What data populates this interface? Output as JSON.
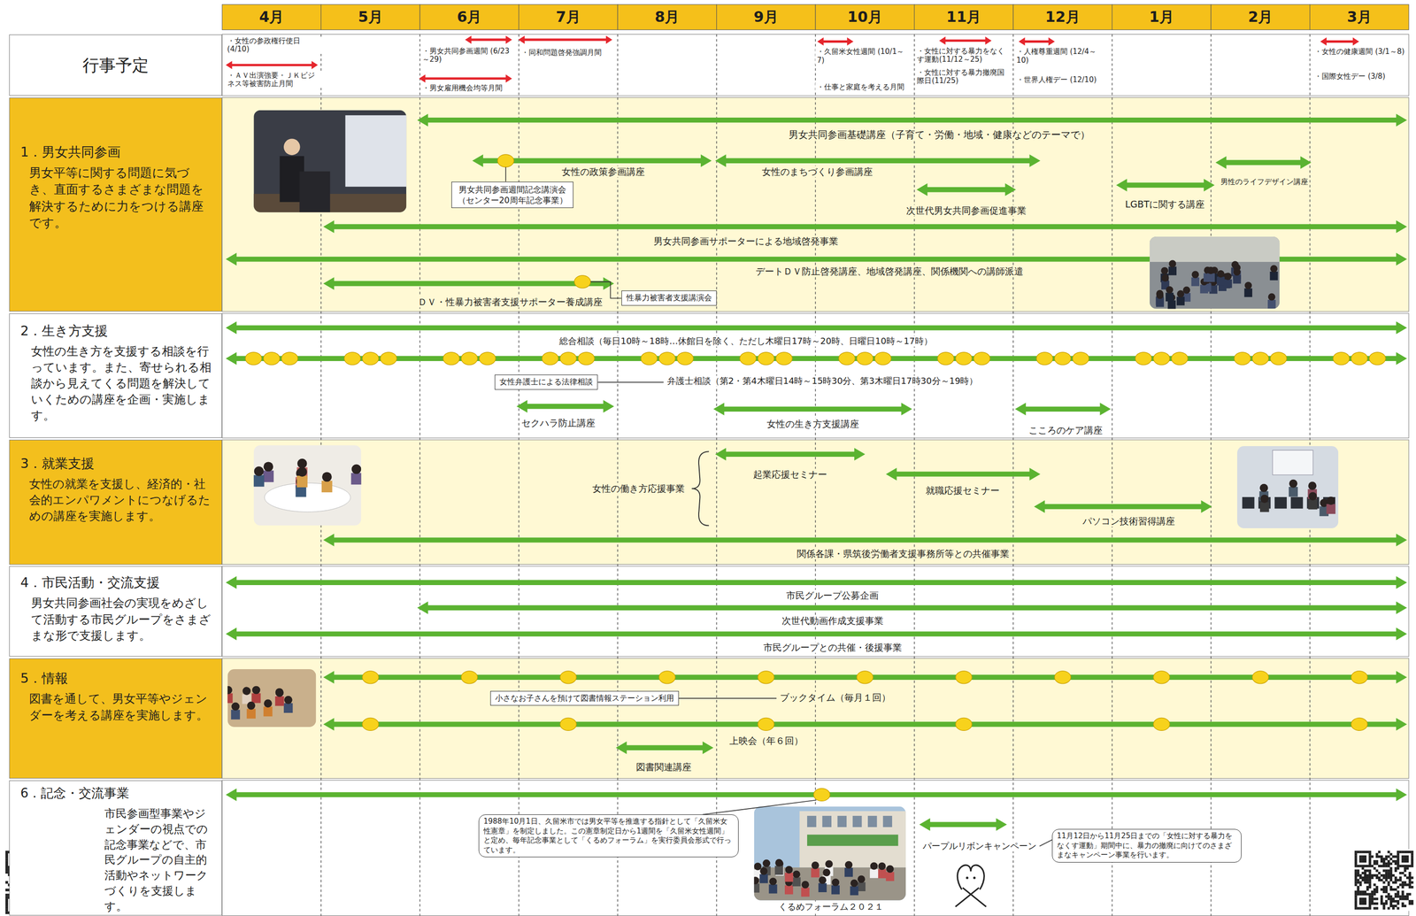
{
  "diagram": {
    "nodes": [
      {
        "text": [
          "行事予定"
        ]
      },
      {
        "text": [
          "1．男女共同参画",
          "男女平等に関する問題に気づき、直面するさまざまな問題を解決するために力をつける講座です。"
        ]
      },
      {
        "text": [
          "2．生き方支援",
          "女性の生き方を支援する相談を行っています。また、寄せられる相談から見えてくる問題を解決していくための講座を企画・実施します。"
        ]
      },
      {
        "text": [
          "3．就業支援",
          "女性の就業を支援し、経済的・社会的エンパワメントにつなげるための講座を実施します。"
        ]
      },
      {
        "text": [
          "4．市民活動・交流支援",
          "男女共同参画社会の実現をめざして活動する市民グループをさまざまな形で支援します。"
        ]
      },
      {
        "text": [
          "5．情報",
          "図書を通して、男女平等やジェンダーを考える講座を実施します。"
        ]
      },
      {
        "text": [
          "6．記念・交流事業",
          "市民参画型事業やジェンダーの視点での記念事業などで、市民グループの自主的活動やネットワークづくりを支援します。"
        ]
      },
      {
        "text": [
          "男女共同参画週間記念講演会 （センター20周年記念事業）"
        ]
      },
      {
        "text": [
          "性暴力被害者支援講演会"
        ]
      },
      {
        "text": [
          "女性弁護士による法律相談"
        ]
      },
      {
        "text": [
          "小さなお子さんを預けて図書情報ステーション利用"
        ]
      },
      {
        "text": [
          "1988年10月1日、久留米市では男女平等を推進する指針として「久留米女性憲章」を制定しました。この憲章制定日から1週間を「久留米女性週間」と定め、毎年記念事業として「くるめフォーラム」を実行委員会形式で行っています。"
        ]
      },
      {
        "text": [
          "11月12日から11月25日までの「女性に対する暴力をなくす運動」期間中に、暴力の撤廃に向けてのさまざまなキャンペーン事業を行います。"
        ]
      }
    ],
    "labels": [
      "4月",
      "5月",
      "6月",
      "7月",
      "8月",
      "9月",
      "10月",
      "11月",
      "12月",
      "1月",
      "2月",
      "3月",
      "・女性の参政権行使日 (4/10)",
      "・ＡＶ出演強要・ＪＫビジネス等被害防止月間",
      "・男女共同参画週間 (6/23～29)",
      "・男女雇用機会均等月間",
      "・同和問題啓発強調月間",
      "・久留米女性週間 (10/1～7)",
      "・仕事と家庭を考える月間",
      "・女性に対する暴力をなくす運動(11/12～25)",
      "・女性に対する暴力撤廃国際日(11/25)",
      "・人権尊重週間 (12/4～10)",
      "・世界人権デー (12/10)",
      "・女性の健康週間 (3/1～8)",
      "・国際女性デー (3/8)",
      "男女共同参画基礎講座（子育て・労働・地域・健康などのテーマで）",
      "女性の政策参画講座",
      "女性のまちづくり参画講座",
      "男性のライフデザイン講座",
      "次世代男女共同参画促進事業",
      "LGBTに関する講座",
      "男女共同参画サポーターによる地域啓発事業",
      "デートＤＶ防止啓発講座、地域啓発講座、関係機関への講師派遣",
      "ＤＶ・性暴力被害者支援サポーター養成講座",
      "総合相談（毎日10時～18時…休館日を除く、ただし木曜日17時～20時、日曜日10時～17時）",
      "弁護士相談（第2・第4木曜日14時～15時30分、第3木曜日17時30分～19時）",
      "セクハラ防止講座",
      "女性の生き方支援講座",
      "こころのケア講座",
      "女性の働き方応援事業",
      "起業応援セミナー",
      "就職応援セミナー",
      "パソコン技術習得講座",
      "関係各課・県筑後労働者支援事務所等との共催事業",
      "市民グループ公募企画",
      "次世代動画作成支援事業",
      "市民グループとの共催・後援事業",
      "ブックタイム（毎月１回）",
      "上映会（年６回）",
      "図書関連講座",
      "パープルリボンキャンペーン",
      "くるめフォーラム２０２１"
    ]
  }
}
